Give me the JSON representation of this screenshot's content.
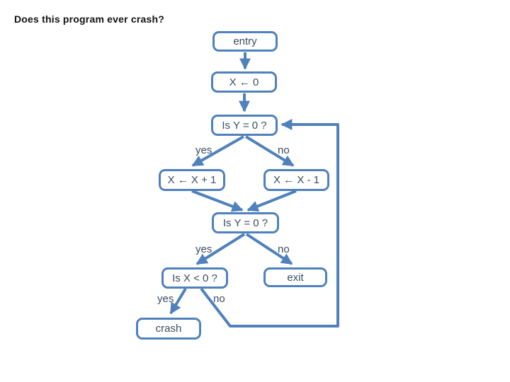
{
  "slide": {
    "title": "Does this program ever crash?"
  },
  "colors": {
    "line": "#4f81bd",
    "box_border": "#4f81bd",
    "box_fill": "#ffffff",
    "box_text": "#3a4d60",
    "branch_label_text": "#3a4d60",
    "title_text": "#111111",
    "background": "#ffffff"
  },
  "flowchart": {
    "nodes": {
      "entry": {
        "label": "entry"
      },
      "set_x_zero": {
        "label": "X ← 0"
      },
      "test_y_first": {
        "label": "Is Y = 0 ?"
      },
      "inc_x": {
        "label": "X ← X + 1"
      },
      "dec_x": {
        "label": "X ← X - 1"
      },
      "test_y_second": {
        "label": "Is Y = 0 ?"
      },
      "test_x_negative": {
        "label": "Is X < 0 ?"
      },
      "exit": {
        "label": "exit"
      },
      "crash": {
        "label": "crash"
      }
    },
    "branch_labels": {
      "test_y_first": {
        "yes": "yes",
        "no": "no"
      },
      "test_y_second": {
        "yes": "yes",
        "no": "no"
      },
      "test_x_negative": {
        "yes": "yes",
        "no": "no"
      }
    },
    "edges": [
      {
        "from": "entry",
        "to": "set_x_zero",
        "label": ""
      },
      {
        "from": "set_x_zero",
        "to": "test_y_first",
        "label": ""
      },
      {
        "from": "test_y_first",
        "to": "inc_x",
        "label": "yes"
      },
      {
        "from": "test_y_first",
        "to": "dec_x",
        "label": "no"
      },
      {
        "from": "inc_x",
        "to": "test_y_second",
        "label": ""
      },
      {
        "from": "dec_x",
        "to": "test_y_second",
        "label": ""
      },
      {
        "from": "test_y_second",
        "to": "test_x_negative",
        "label": "yes"
      },
      {
        "from": "test_y_second",
        "to": "exit",
        "label": "no"
      },
      {
        "from": "test_x_negative",
        "to": "crash",
        "label": "yes"
      },
      {
        "from": "test_x_negative",
        "to": "test_y_first",
        "label": "no"
      }
    ]
  }
}
